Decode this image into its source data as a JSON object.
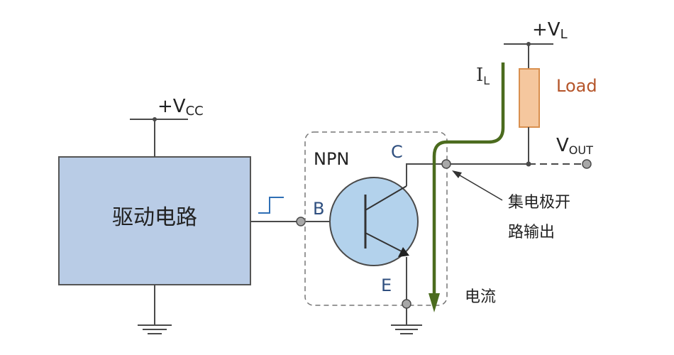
{
  "labels": {
    "vcc_plus": "+",
    "vcc_v": "V",
    "vcc_sub": "CC",
    "vl_plus": "+",
    "vl_v": "V",
    "vl_sub": "L",
    "driver": "驱动电路",
    "npn": "NPN",
    "base": "B",
    "collector": "C",
    "emitter": "E",
    "il_i": "I",
    "il_sub": "L",
    "load": "Load",
    "vout_v": "V",
    "vout_sub": "OUT",
    "open_collector_line1": "集电极开",
    "open_collector_line2": "路输出",
    "current": "电流"
  },
  "colors": {
    "wire": "#4a4a4a",
    "driver_fill": "#b9cce6",
    "driver_stroke": "#555555",
    "transistor_fill": "#b3d2ec",
    "load_fill": "#f5c79e",
    "load_stroke": "#d9904f",
    "load_text": "#b5552a",
    "current_arrow": "#4b6b1e",
    "node_fill": "#a8a8a8",
    "text_blue": "#2f4f7f"
  }
}
